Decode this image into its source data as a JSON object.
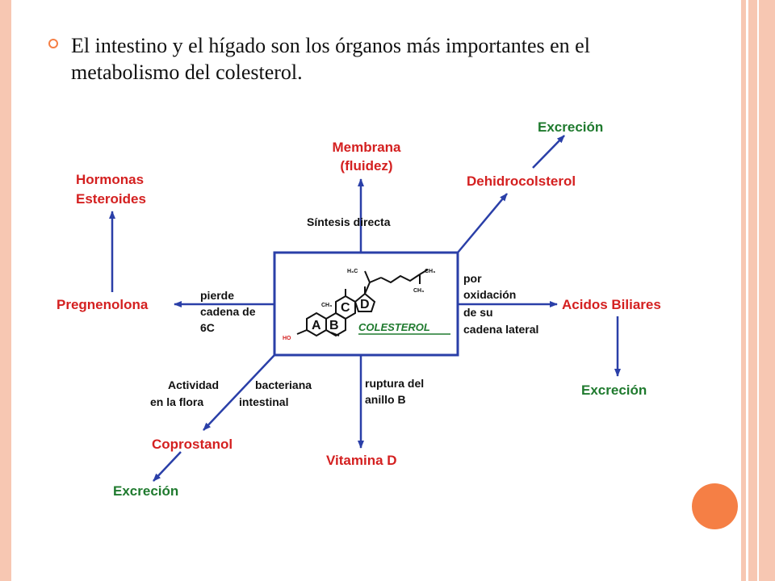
{
  "slide": {
    "bullet": "El intestino y el hígado son los órganos más importantes en el metabolismo del colesterol."
  },
  "colors": {
    "label_red": "#d42020",
    "label_green": "#1f7a2e",
    "arrow_blue": "#2a3fa8",
    "frame_peach": "#f7c7b2",
    "accent_orange": "#f57f45"
  },
  "diagram": {
    "center": {
      "compound": "COLESTEROL",
      "rings": [
        "A",
        "B",
        "C",
        "D"
      ],
      "groups": [
        "H₃C",
        "CH₃",
        "CH₃",
        "CH₃",
        "HO"
      ]
    },
    "products": {
      "membrana": [
        "Membrana",
        "(fluidez)"
      ],
      "dehidro": "Dehidrocolsterol",
      "excrecion_top": "Excreción",
      "hormonas": [
        "Hormonas",
        "Esteroides"
      ],
      "pregnenolona": "Pregnenolona",
      "acidos": "Acidos Biliares",
      "excrecion_right": "Excreción",
      "coprostanol": "Coprostanol",
      "excrecion_bottom": "Excreción",
      "vitamina": "Vitamina D"
    },
    "processes": {
      "sintesis": "Síntesis directa",
      "pierde": [
        "pierde",
        "cadena de",
        "6C"
      ],
      "oxidacion": [
        "por",
        "oxidación",
        "de su",
        "cadena lateral"
      ],
      "actividad": [
        "Actividad",
        "en la flora"
      ],
      "bacteriana": [
        "bacteriana",
        "intestinal"
      ],
      "ruptura": [
        "ruptura del",
        "anillo B"
      ]
    }
  }
}
